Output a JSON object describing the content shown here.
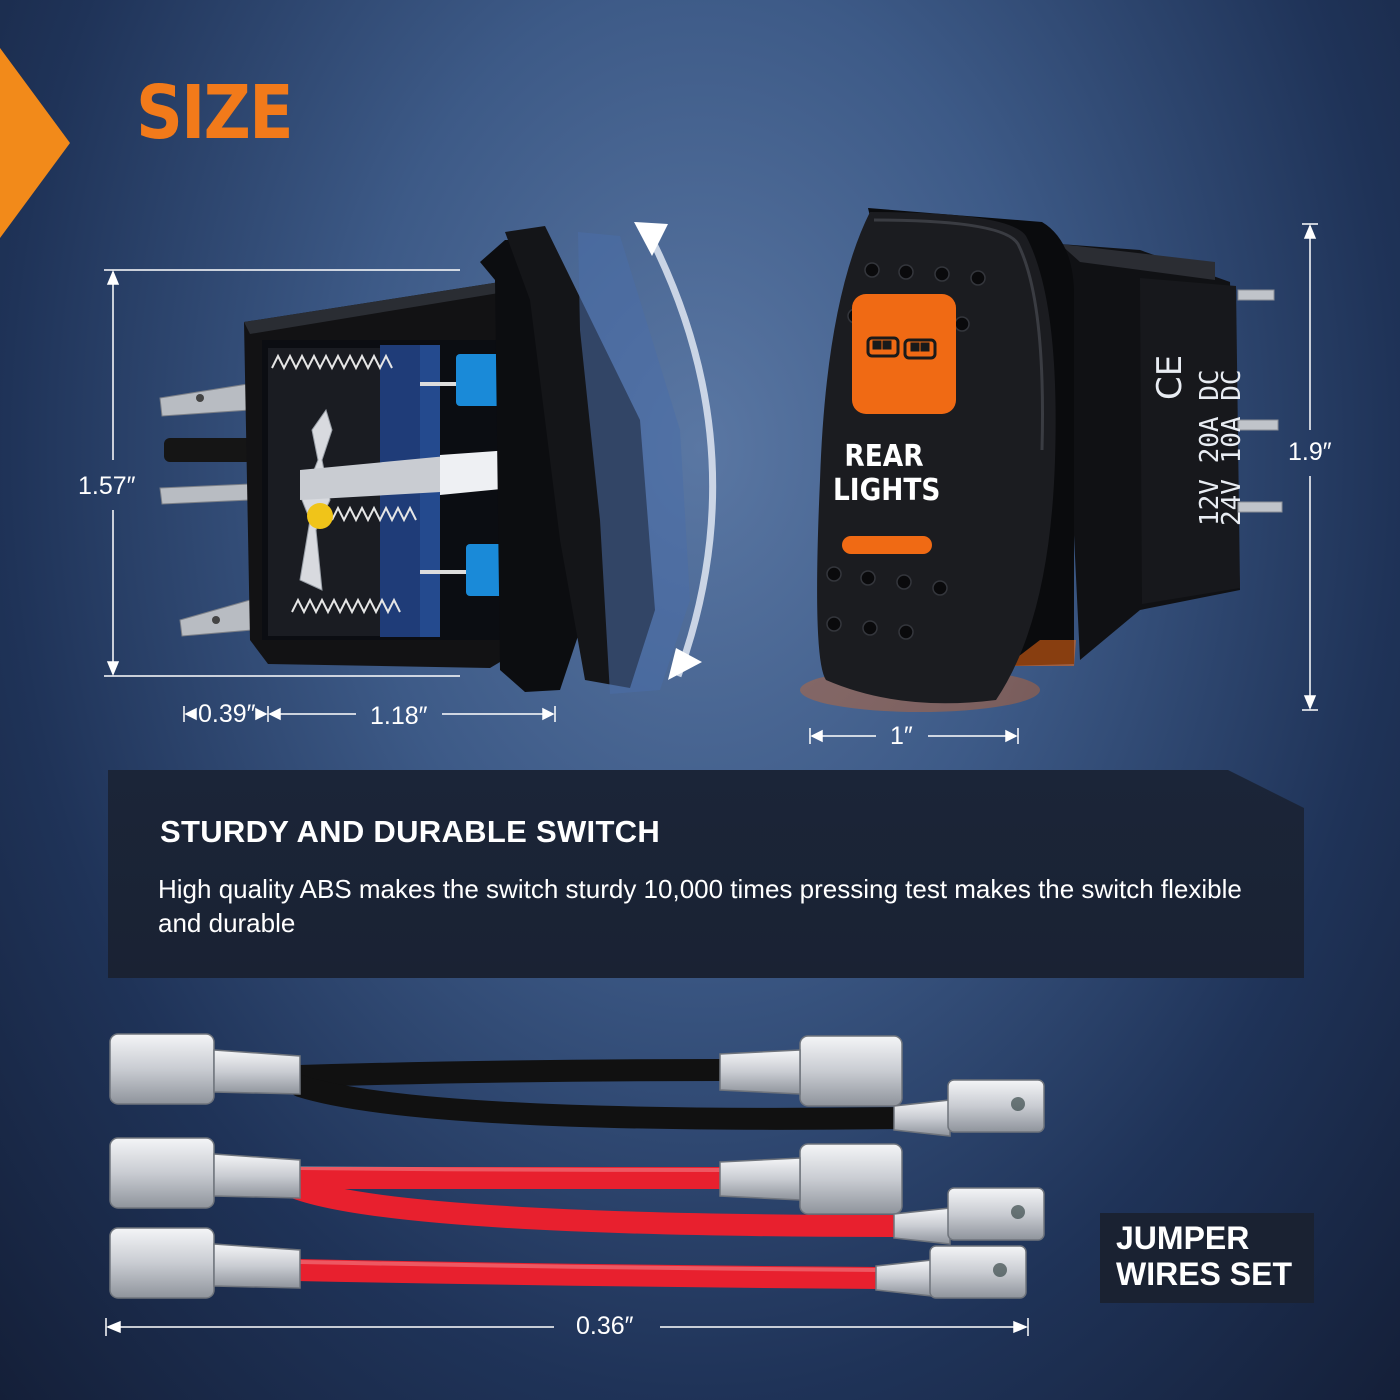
{
  "heading": "SIZE",
  "switch_side": {
    "height_label": "1.57″",
    "front_depth_label": "0.39″",
    "body_length_label": "1.18″"
  },
  "switch_front": {
    "label_line1": "REAR",
    "label_line2": "LIGHTS",
    "width_label": "1″",
    "height_label": "1.9″",
    "mark": "CE",
    "rating_line1": "12V  20A  DC",
    "rating_line2": "24V  10A  DC",
    "accent_color": "#f06a14"
  },
  "feature": {
    "title": "STURDY AND DURABLE SWITCH",
    "description": "High quality ABS makes the switch sturdy 10,000 times pressing test makes the switch flexible and durable"
  },
  "wires": {
    "length_label": "0.36″",
    "caption_line1": "JUMPER",
    "caption_line2": "WIRES SET"
  },
  "colors": {
    "brand_orange": "#f27a1a",
    "wire_black": "#111111",
    "wire_red": "#e8202e"
  }
}
